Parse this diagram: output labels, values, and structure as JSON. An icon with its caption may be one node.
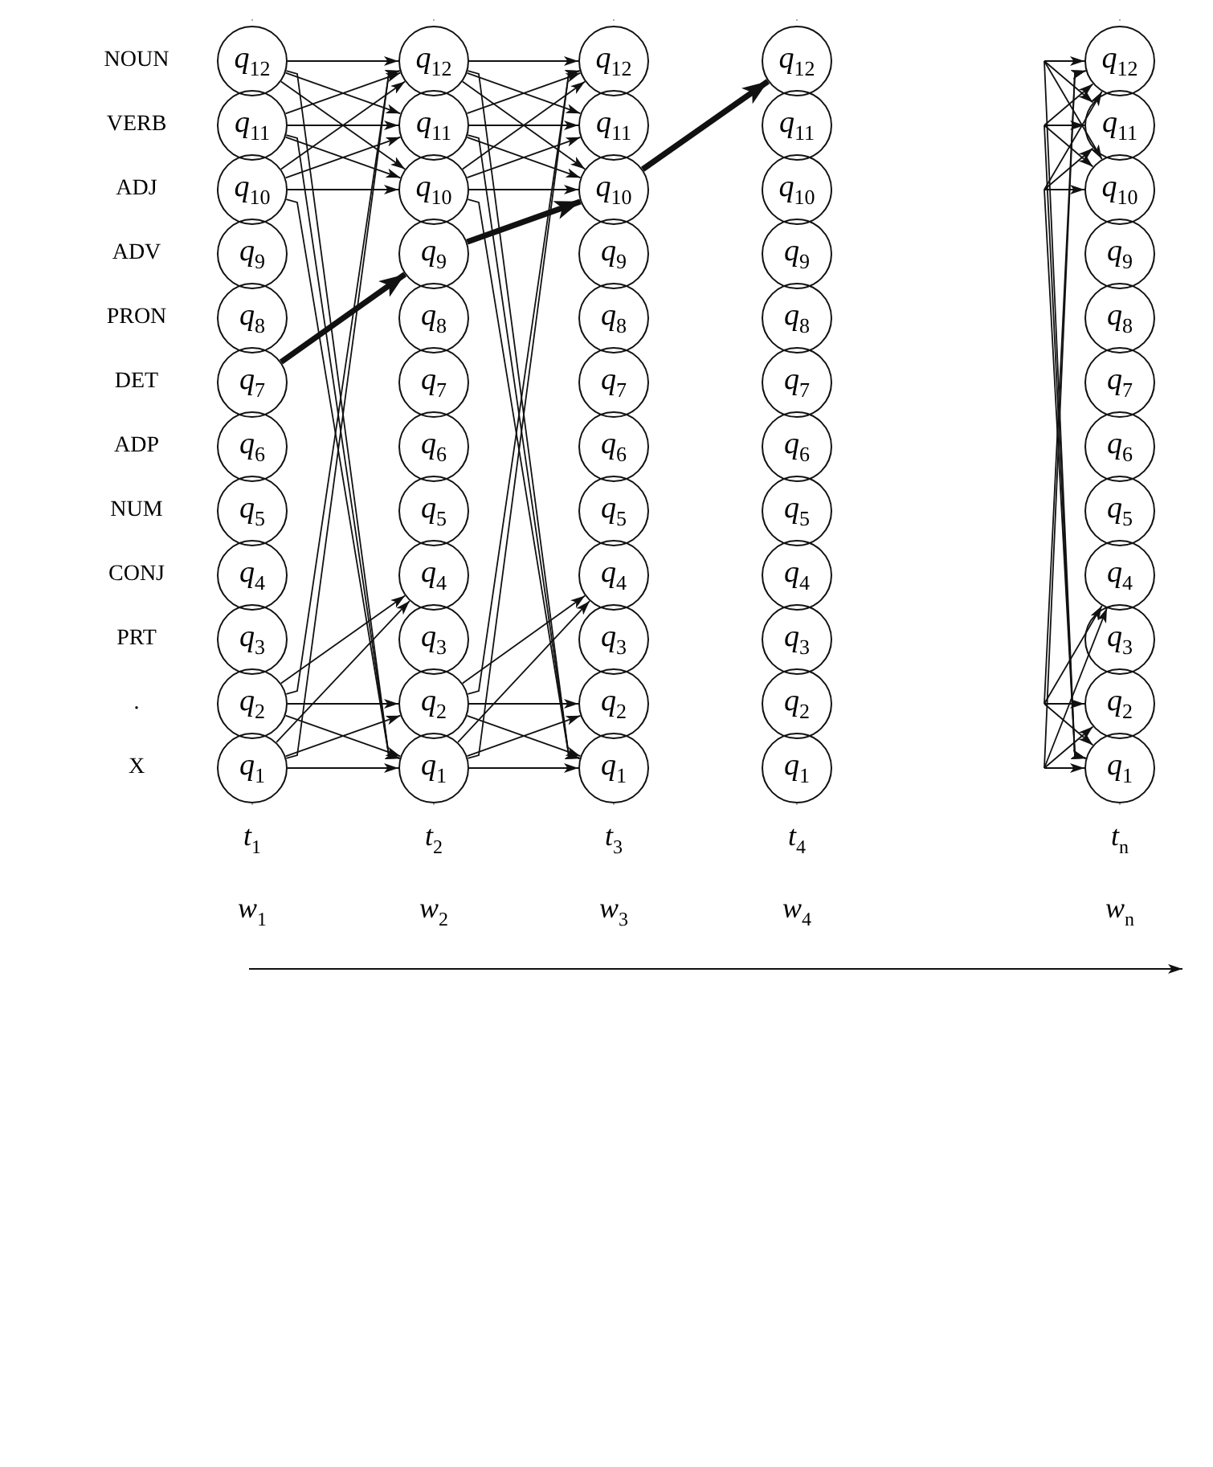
{
  "diagram": {
    "nodes": [
      {
        "text": [
          "q$_{12}$"
        ]
      },
      {
        "text": [
          "q$_{12}$"
        ]
      },
      {
        "text": [
          "q$_{12}$"
        ]
      },
      {
        "text": [
          "q$_{12}$"
        ]
      },
      {
        "text": [
          "q$_{12}$"
        ]
      },
      {
        "text": [
          "q$_{11}$"
        ]
      },
      {
        "text": [
          "q$_{11}$"
        ]
      },
      {
        "text": [
          "q$_{11}$"
        ]
      },
      {
        "text": [
          "q$_{11}$"
        ]
      },
      {
        "text": [
          "q$_{11}$"
        ]
      },
      {
        "text": [
          "q$_{10}$"
        ]
      },
      {
        "text": [
          "q$_{10}$"
        ]
      },
      {
        "text": [
          "q$_{10}$"
        ]
      },
      {
        "text": [
          "q$_{10}$"
        ]
      },
      {
        "text": [
          "q$_{10}$"
        ]
      },
      {
        "text": [
          "q$_{9}$"
        ]
      },
      {
        "text": [
          "q$_{9}$"
        ]
      },
      {
        "text": [
          "q$_{9}$"
        ]
      },
      {
        "text": [
          "q$_{9}$"
        ]
      },
      {
        "text": [
          "q$_{9}$"
        ]
      },
      {
        "text": [
          "q$_{8}$"
        ]
      },
      {
        "text": [
          "q$_{8}$"
        ]
      },
      {
        "text": [
          "q$_{8}$"
        ]
      },
      {
        "text": [
          "q$_{8}$"
        ]
      },
      {
        "text": [
          "q$_{8}$"
        ]
      },
      {
        "text": [
          "q$_{7}$"
        ]
      },
      {
        "text": [
          "q$_{7}$"
        ]
      },
      {
        "text": [
          "q$_{7}$"
        ]
      },
      {
        "text": [
          "q$_{7}$"
        ]
      },
      {
        "text": [
          "q$_{7}$"
        ]
      },
      {
        "text": [
          "q$_{6}$"
        ]
      },
      {
        "text": [
          "q$_{6}$"
        ]
      },
      {
        "text": [
          "q$_{6}$"
        ]
      },
      {
        "text": [
          "q$_{6}$"
        ]
      },
      {
        "text": [
          "q$_{6}$"
        ]
      },
      {
        "text": [
          "q$_{5}$"
        ]
      },
      {
        "text": [
          "q$_{5}$"
        ]
      },
      {
        "text": [
          "q$_{5}$"
        ]
      },
      {
        "text": [
          "q$_{5}$"
        ]
      },
      {
        "text": [
          "q$_{5}$"
        ]
      },
      {
        "text": [
          "q$_{4}$"
        ]
      },
      {
        "text": [
          "q$_{4}$"
        ]
      },
      {
        "text": [
          "q$_{4}$"
        ]
      },
      {
        "text": [
          "q$_{4}$"
        ]
      },
      {
        "text": [
          "q$_{4}$"
        ]
      },
      {
        "text": [
          "q$_{3}$"
        ]
      },
      {
        "text": [
          "q$_{3}$"
        ]
      },
      {
        "text": [
          "q$_{3}$"
        ]
      },
      {
        "text": [
          "q$_{3}$"
        ]
      },
      {
        "text": [
          "q$_{3}$"
        ]
      },
      {
        "text": [
          "q$_{2}$"
        ]
      },
      {
        "text": [
          "q$_{2}$"
        ]
      },
      {
        "text": [
          "q$_{2}$"
        ]
      },
      {
        "text": [
          "q$_{2}$"
        ]
      },
      {
        "text": [
          "q$_{2}$"
        ]
      },
      {
        "text": [
          "q$_{1}$"
        ]
      },
      {
        "text": [
          "q$_{1}$"
        ]
      },
      {
        "text": [
          "q$_{1}$"
        ]
      },
      {
        "text": [
          "q$_{1}$"
        ]
      },
      {
        "text": [
          "q$_{1}$"
        ]
      }
    ],
    "edges": [
      {
        "from": 0,
        "to": 1,
        "arrow": "to"
      },
      {
        "from": 0,
        "to": 6,
        "arrow": "to"
      },
      {
        "from": 0,
        "to": 11,
        "arrow": "to"
      },
      {
        "from": 5,
        "to": 1,
        "arrow": "to"
      },
      {
        "from": 5,
        "to": 6,
        "arrow": "to"
      },
      {
        "from": 5,
        "to": 11,
        "arrow": "to"
      },
      {
        "from": 10,
        "to": 1,
        "arrow": "to"
      },
      {
        "from": 10,
        "to": 6,
        "arrow": "to"
      },
      {
        "from": 10,
        "to": 11,
        "arrow": "to"
      },
      {
        "from": 50,
        "to": 51,
        "arrow": "to"
      },
      {
        "from": 50,
        "to": 56,
        "arrow": "to"
      },
      {
        "from": 55,
        "to": 51,
        "arrow": "to"
      },
      {
        "from": 55,
        "to": 56,
        "arrow": "to"
      },
      {
        "from": 0,
        "to": 56,
        "arrow": "to"
      },
      {
        "from": 5,
        "to": 56,
        "arrow": "to"
      },
      {
        "from": 10,
        "to": 56,
        "arrow": "to"
      },
      {
        "from": 50,
        "to": 1,
        "arrow": "to"
      },
      {
        "from": 55,
        "to": 1,
        "arrow": "to"
      },
      {
        "from": 50,
        "to": 41,
        "arrow": "to"
      },
      {
        "from": 55,
        "to": 41,
        "arrow": "to"
      },
      {
        "from": 1,
        "to": 2,
        "arrow": "to"
      },
      {
        "from": 1,
        "to": 7,
        "arrow": "to"
      },
      {
        "from": 1,
        "to": 12,
        "arrow": "to"
      },
      {
        "from": 6,
        "to": 2,
        "arrow": "to"
      },
      {
        "from": 6,
        "to": 7,
        "arrow": "to"
      },
      {
        "from": 6,
        "to": 12,
        "arrow": "to"
      },
      {
        "from": 11,
        "to": 2,
        "arrow": "to"
      },
      {
        "from": 11,
        "to": 7,
        "arrow": "to"
      },
      {
        "from": 11,
        "to": 12,
        "arrow": "to"
      },
      {
        "from": 51,
        "to": 52,
        "arrow": "to"
      },
      {
        "from": 51,
        "to": 57,
        "arrow": "to"
      },
      {
        "from": 56,
        "to": 52,
        "arrow": "to"
      },
      {
        "from": 56,
        "to": 57,
        "arrow": "to"
      },
      {
        "from": 1,
        "to": 57,
        "arrow": "to"
      },
      {
        "from": 6,
        "to": 57,
        "arrow": "to"
      },
      {
        "from": 11,
        "to": 57,
        "arrow": "to"
      },
      {
        "from": 51,
        "to": 2,
        "arrow": "to"
      },
      {
        "from": 56,
        "to": 2,
        "arrow": "to"
      },
      {
        "from": 51,
        "to": 42,
        "arrow": "to"
      },
      {
        "from": 56,
        "to": 42,
        "arrow": "to"
      },
      {
        "from": null,
        "to": 4,
        "arrow": "to"
      },
      {
        "from": null,
        "to": 9,
        "arrow": "to"
      },
      {
        "from": null,
        "to": 14,
        "arrow": "to"
      },
      {
        "from": null,
        "to": 4,
        "arrow": "to"
      },
      {
        "from": null,
        "to": 9,
        "arrow": "to"
      },
      {
        "from": null,
        "to": 14,
        "arrow": "to"
      },
      {
        "from": null,
        "to": 4,
        "arrow": "to"
      },
      {
        "from": null,
        "to": 9,
        "arrow": "to"
      },
      {
        "from": null,
        "to": 14,
        "arrow": "to"
      },
      {
        "from": null,
        "to": 54,
        "arrow": "to"
      },
      {
        "from": null,
        "to": 59,
        "arrow": "to"
      },
      {
        "from": null,
        "to": 54,
        "arrow": "to"
      },
      {
        "from": null,
        "to": 59,
        "arrow": "to"
      },
      {
        "from": null,
        "to": 59,
        "arrow": "to"
      },
      {
        "from": null,
        "to": 59,
        "arrow": "to"
      },
      {
        "from": null,
        "to": 59,
        "arrow": "to"
      },
      {
        "from": null,
        "to": 4,
        "arrow": "to"
      },
      {
        "from": null,
        "to": 4,
        "arrow": "to"
      },
      {
        "from": null,
        "to": 44,
        "arrow": "to"
      },
      {
        "from": null,
        "to": 44,
        "arrow": "to"
      },
      {
        "from": 25,
        "to": 16,
        "arrow": "to",
        "style": "thick"
      },
      {
        "from": 16,
        "to": 12,
        "arrow": "to",
        "style": "thick"
      },
      {
        "from": 12,
        "to": 3,
        "arrow": "to",
        "style": "thick"
      }
    ],
    "labels": [
      "NOUN",
      "VERB",
      "ADJ",
      "ADV",
      "PRON",
      "DET",
      "ADP",
      "NUM",
      "CONJ",
      "PRT",
      ".",
      "X",
      "t$_{1}$",
      "t$_{2}$",
      "t$_{3}$",
      "t$_{4}$",
      "t$_{n}$",
      "w$_{1}$",
      "w$_{2}$",
      "w$_{3}$",
      "w$_{4}$",
      "w$_{n}$"
    ]
  }
}
